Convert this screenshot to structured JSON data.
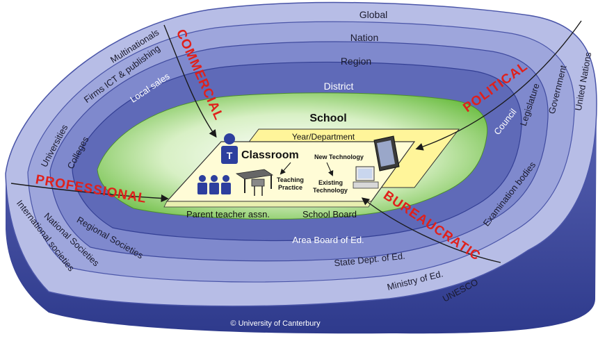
{
  "rings": {
    "global": "Global",
    "nation": "Nation",
    "region": "Region",
    "district": "District",
    "school": "School"
  },
  "core": {
    "year_department": "Year/Department",
    "classroom": "Classroom",
    "teacher_badge": "T",
    "new_technology": "New Technology",
    "teaching_practice_1": "Teaching",
    "teaching_practice_2": "Practice",
    "existing_technology_1": "Existing",
    "existing_technology_2": "Technology",
    "parent_teacher": "Parent teacher assn.",
    "school_board": "School Board"
  },
  "ring_labels": {
    "area_board": "Area Board of Ed.",
    "state_dept": "State Dept. of Ed.",
    "ministry": "Ministry of Ed.",
    "unesco": "UNESCO",
    "council": "Council",
    "legislature": "Legislature",
    "government": "Government",
    "united_nations": "United Nations",
    "examination_bodies": "Examination bodies",
    "multinationals": "Multinationals",
    "firms": "Firms ICT & publishing",
    "local_sales": "Local sales",
    "universities": "Universities",
    "colleges": "Colleges",
    "regional_societies": "Regional Societies",
    "national_societies": "National Societies",
    "international_societies": "International societies"
  },
  "forces": {
    "commercial": "COMMERCIAL",
    "political": "POLITICAL",
    "professional": "PROFESSIONAL",
    "bureaucratic": "BUREAUCRATIC"
  },
  "footer": "© University of Canterbury",
  "colors": {
    "outer": "#b7bde6",
    "nation": "#9ea6dc",
    "region": "#7f89cd",
    "district": "#5f6ab8",
    "school": "#8fcf6f",
    "yellow": "#fff59a",
    "force_red": "#e0201b",
    "arrow": "#1a1a1a"
  }
}
